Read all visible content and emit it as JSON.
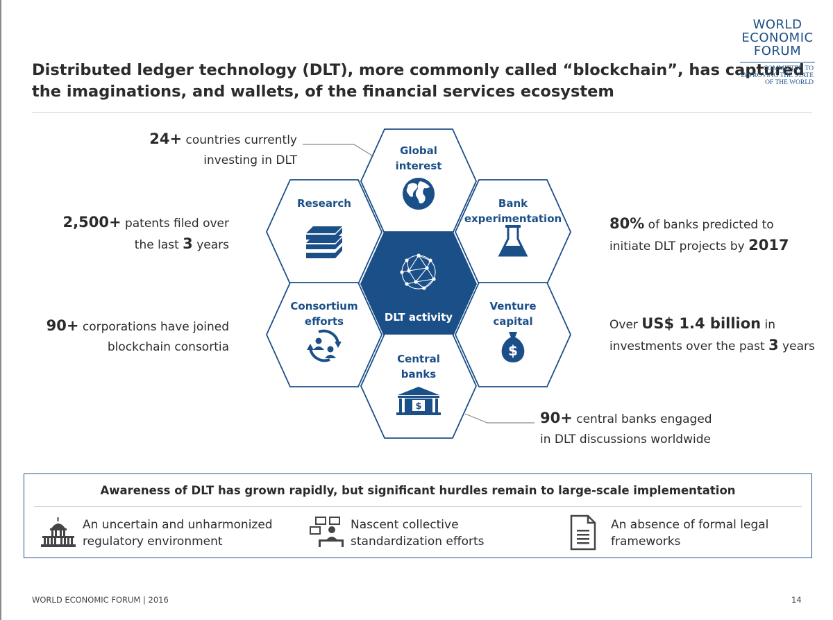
{
  "title": {
    "line1": "Distributed ledger technology (DLT), more commonly called “blockchain”, has captured",
    "line2": "the imaginations, and wallets, of the financial services ecosystem"
  },
  "logo": {
    "line1": "WORLD",
    "line2": "ECONOMIC",
    "line3": "FORUM",
    "tagline1": "COMMITTED TO",
    "tagline2": "IMPROVING THE STATE",
    "tagline3": "OF THE WORLD"
  },
  "hexagons": {
    "global": {
      "line1": "Global",
      "line2": "interest",
      "icon": "globe-icon"
    },
    "research": {
      "line1": "Research",
      "icon": "books-icon"
    },
    "bank": {
      "line1": "Bank",
      "line2": "experimentation",
      "icon": "flask-icon"
    },
    "center": {
      "line1": "DLT activity",
      "icon": "network-icon"
    },
    "consortium": {
      "line1": "Consortium",
      "line2": "efforts",
      "icon": "people-cycle-icon"
    },
    "venture": {
      "line1": "Venture",
      "line2": "capital",
      "icon": "money-bag-icon"
    },
    "central": {
      "line1": "Central",
      "line2": "banks",
      "icon": "bank-building-icon"
    }
  },
  "stats": {
    "countries": {
      "num": "24+",
      "t1": "countries currently",
      "t2": "investing in DLT"
    },
    "patents": {
      "num": "2,500+",
      "t1": "patents filed over",
      "t2a": "the last",
      "num2": "3",
      "t2b": "years"
    },
    "corporations": {
      "num": "90+",
      "t1": "corporations have joined",
      "t2": "blockchain consortia"
    },
    "banks": {
      "num": "80%",
      "t1": "of banks predicted to",
      "t2": "initiate DLT projects by",
      "num2": "2017"
    },
    "investment": {
      "t1a": "Over",
      "num": "US$ 1.4 billion",
      "t1b": "in",
      "t2a": "investments over the past",
      "num2": "3",
      "t2b": "years"
    },
    "central_banks": {
      "num": "90+",
      "t1": "central banks engaged",
      "t2": "in DLT discussions worldwide"
    }
  },
  "hurdles": {
    "title": "Awareness of DLT has grown rapidly, but significant hurdles remain to large-scale implementation",
    "items": [
      {
        "l1": "An uncertain and unharmonized",
        "l2": "regulatory environment",
        "icon": "capitol-icon"
      },
      {
        "l1": "Nascent collective",
        "l2": "standardization efforts",
        "icon": "meeting-icon"
      },
      {
        "l1": "An absence of formal legal",
        "l2": "frameworks",
        "icon": "document-icon"
      }
    ]
  },
  "footer": {
    "text": "WORLD ECONOMIC FORUM | 2016",
    "page": "14"
  },
  "colors": {
    "brand": "#1b4f88",
    "text": "#2b2b2b",
    "leader": "#8a8a8a"
  }
}
